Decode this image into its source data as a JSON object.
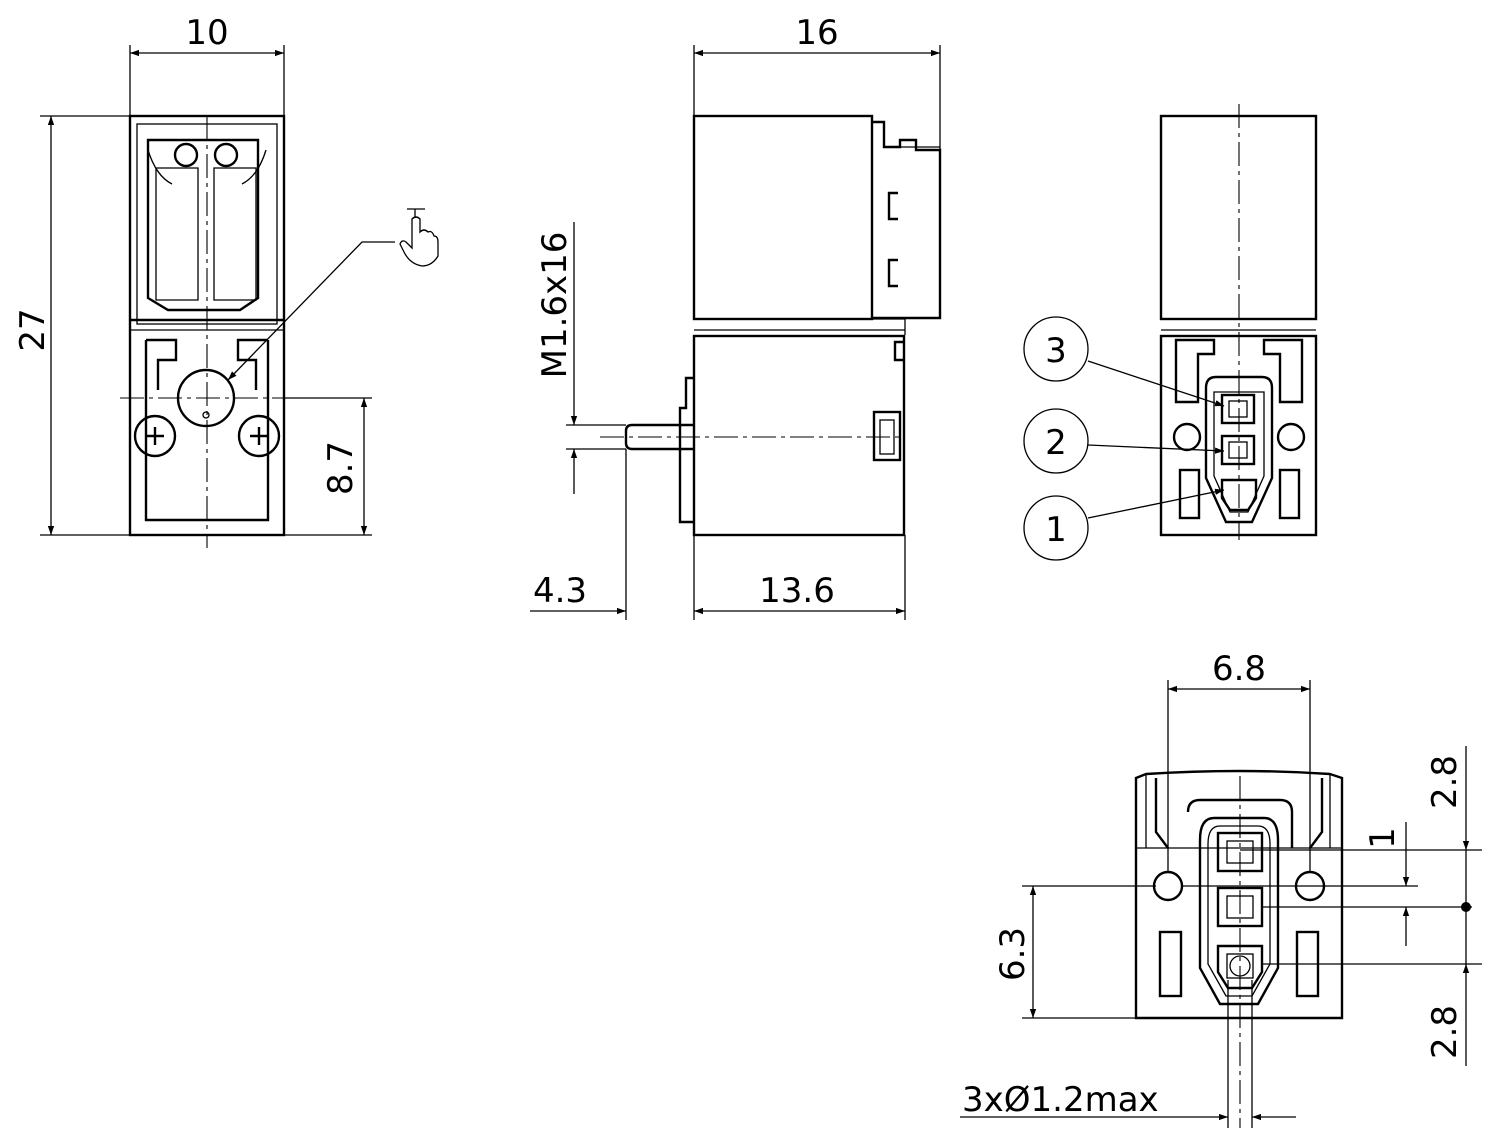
{
  "dimensions": {
    "front_width": "10",
    "front_height": "27",
    "front_center_height": "8.7",
    "side_width": "16",
    "side_thread": "M1.6x16",
    "side_shaft": "4.3",
    "side_body": "13.6",
    "bottom_pitch": "6.8",
    "bottom_top": "2.8",
    "bottom_gap": "1",
    "bottom_height": "6.3",
    "bottom_bottom": "2.8",
    "pin_diameter": "3xØ1.2max"
  },
  "pins": {
    "pin3": "3",
    "pin2": "2",
    "pin1": "1"
  },
  "icons": {
    "press": "hand-pointer-icon"
  }
}
